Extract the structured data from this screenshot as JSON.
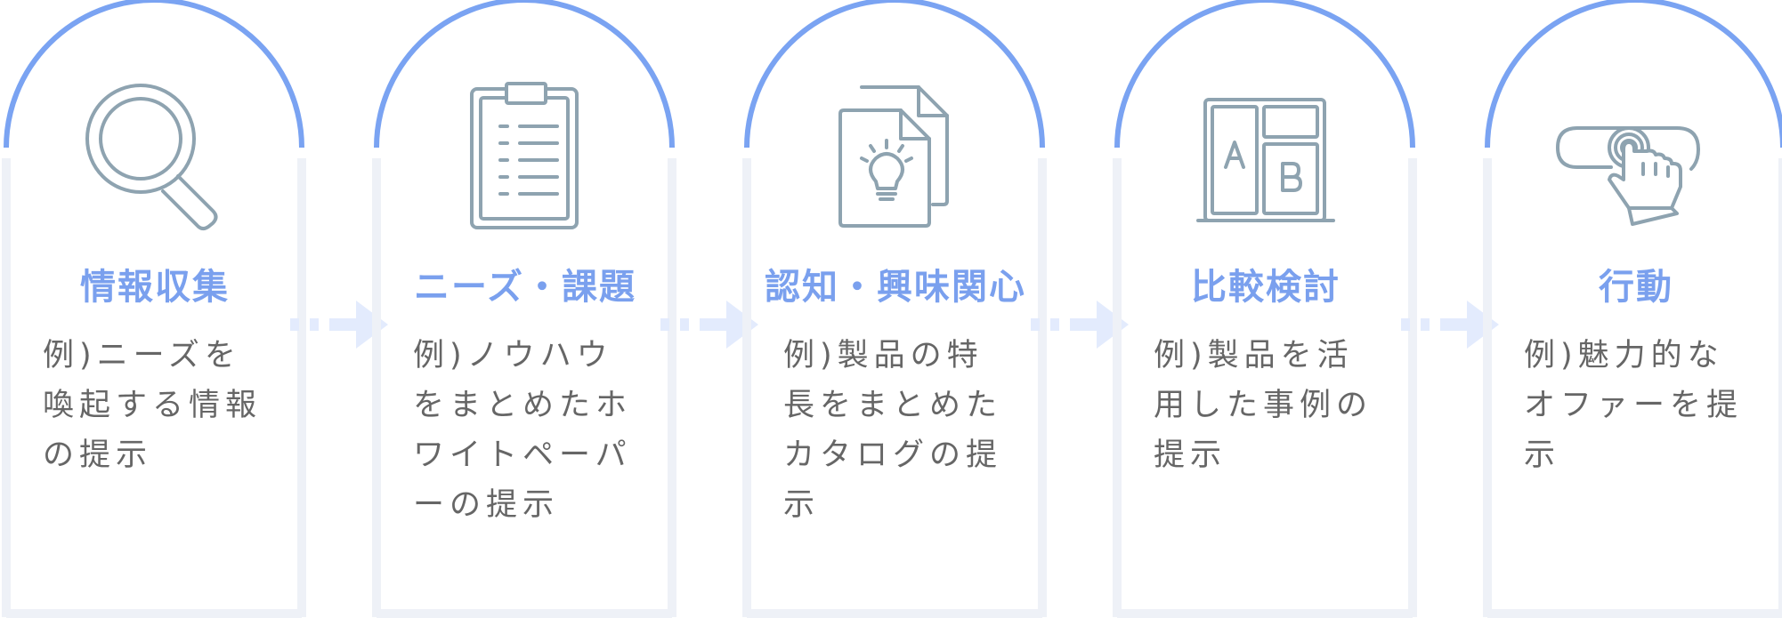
{
  "colors": {
    "arch": "#7aa3f2",
    "frame": "#eef1f7",
    "title": "#7aa0ee",
    "text": "#666666",
    "icon": "#8ea3b0",
    "arrow": "#e3ebfd"
  },
  "steps": [
    {
      "title": "情報収集",
      "description": "例)ニーズを喚起する情報の提示",
      "icon": "magnifier-icon"
    },
    {
      "title": "ニーズ・課題",
      "description": "例)ノウハウをまとめたホワイトペーパーの提示",
      "icon": "clipboard-icon"
    },
    {
      "title": "認知・興味関心",
      "description": "例)製品の特長をまとめたカタログの提示",
      "icon": "document-lightbulb-icon"
    },
    {
      "title": "比較検討",
      "description": "例)製品を活用した事例の提示",
      "icon": "ab-comparison-icon"
    },
    {
      "title": "行動",
      "description": "例)魅力的なオファーを提示",
      "icon": "hand-click-button-icon"
    }
  ]
}
